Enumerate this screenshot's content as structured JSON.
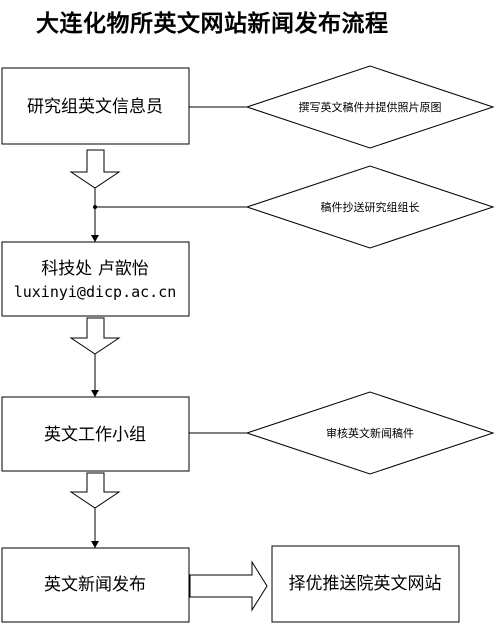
{
  "title": "大连化物所英文网站新闻发布流程",
  "steps": [
    {
      "line1": "研究组英文信息员"
    },
    {
      "line1": "科技处 卢歆怡",
      "line2": "luxinyi@dicp.ac.cn"
    },
    {
      "line1": "英文工作小组"
    },
    {
      "line1": "英文新闻发布"
    }
  ],
  "notes": [
    {
      "text": "撰写英文稿件并提供照片原图"
    },
    {
      "text": "稿件抄送研究组组长"
    },
    {
      "text": "审核英文新闻稿件"
    }
  ],
  "final": {
    "text": "择优推送院英文网站"
  }
}
